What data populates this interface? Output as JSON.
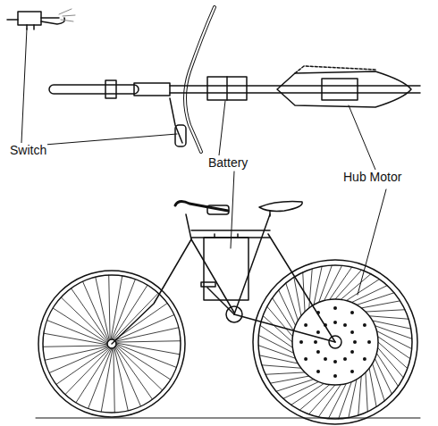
{
  "diagram": {
    "labels": [
      "Switch",
      "Battery",
      "Hub Motor"
    ]
  }
}
